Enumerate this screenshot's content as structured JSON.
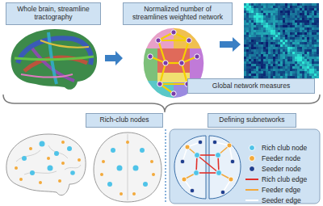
{
  "diagram": {
    "nodes": [
      {
        "text": [
          "Whole brain, streamline tractography"
        ]
      },
      {
        "text": [
          "Normalized number of streamlines weighted network"
        ]
      },
      {
        "text": [
          "Global network measures"
        ]
      },
      {
        "text": [
          "Rich-club nodes"
        ]
      },
      {
        "text": [
          "Defining subnetworks"
        ]
      }
    ],
    "legend": [
      {
        "text": "Rich club node",
        "color": "#4fc3e8"
      },
      {
        "text": "Feeder node",
        "color": "#f2a93b"
      },
      {
        "text": "Seeder node",
        "color": "#1f3f8f"
      },
      {
        "text": "Rich club edge"
      },
      {
        "text": "Feeder edge"
      },
      {
        "text": "Seeder edge"
      }
    ]
  }
}
